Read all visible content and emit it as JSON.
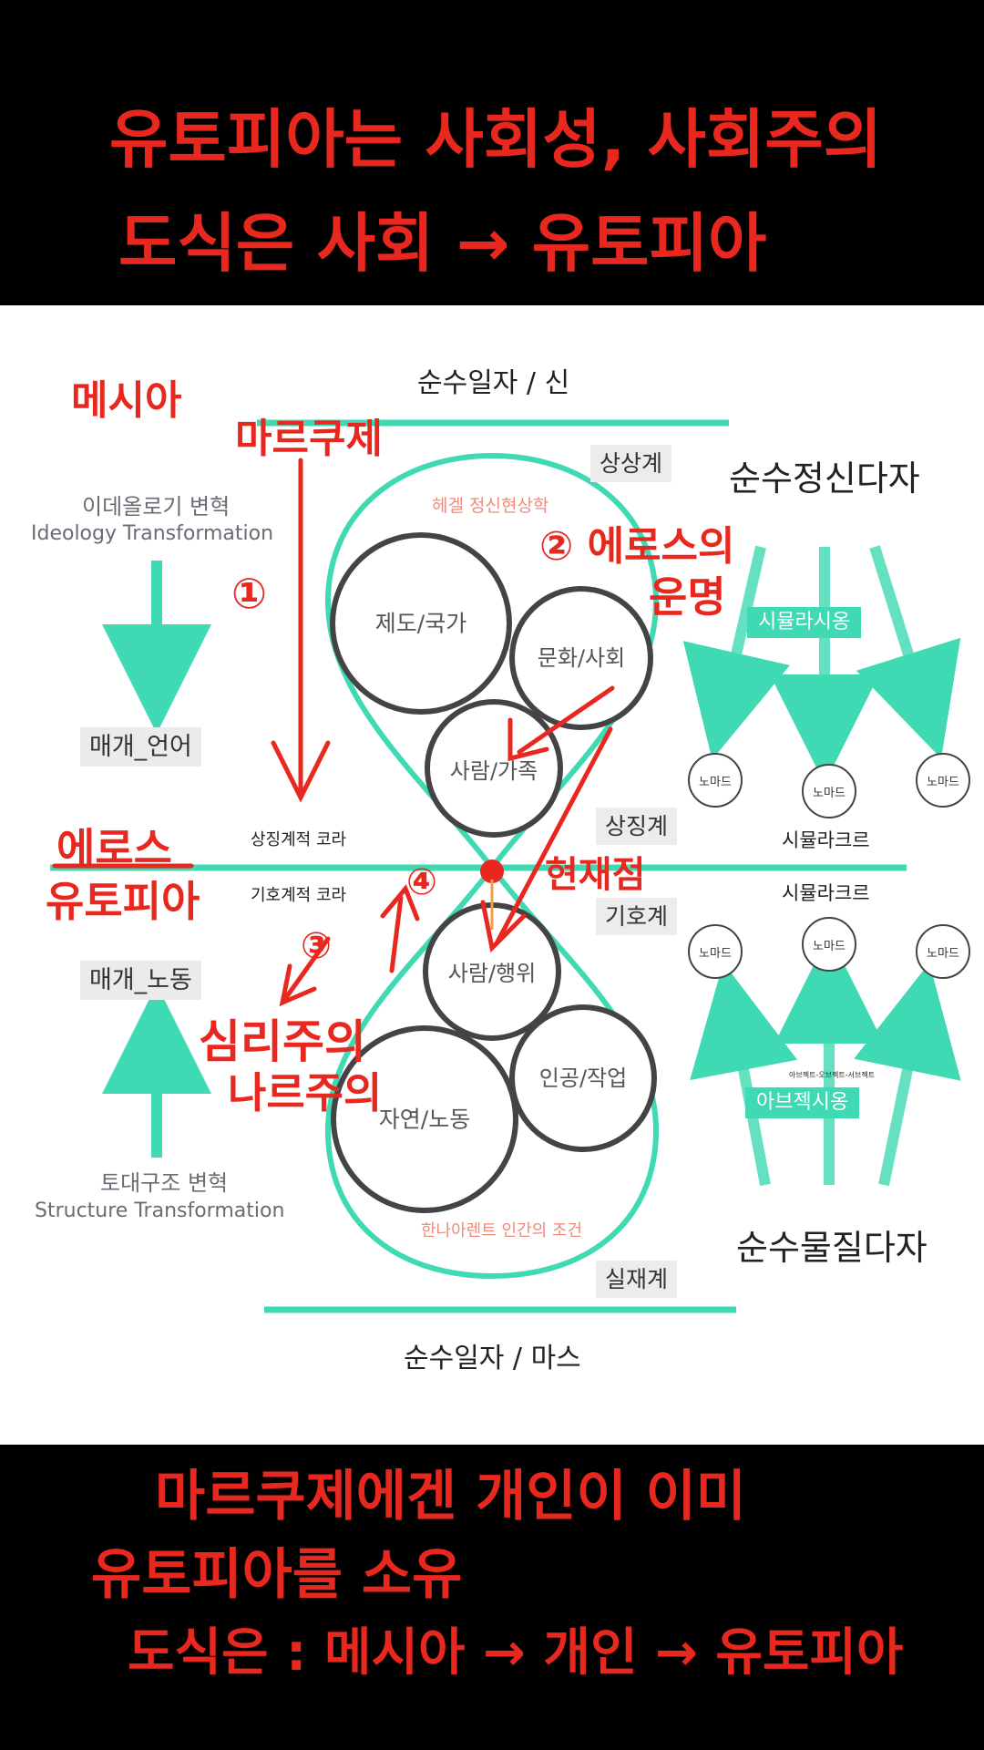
{
  "header_notes": {
    "line1": "유토피아는 사회성, 사회주의",
    "line2": "도식은 사회 → 유토피아"
  },
  "footer_notes": {
    "line1": "마르쿠제에겐 개인이 이미",
    "line2": "유토피아를 소유",
    "line3": "도식은 : 메시아 → 개인 → 유토피아"
  },
  "diagram": {
    "top_title": "순수일자 / 신",
    "bottom_title": "순수일자 / 마스",
    "realm_imaginary": "상상계",
    "realm_symbolic": "상징계",
    "realm_sign": "기호계",
    "realm_real": "실재계",
    "hegel_label": "헤겔 정신현상학",
    "arendt_label": "한나아렌트 인간의 조건",
    "upper_circles": [
      "제도/국가",
      "문화/사회",
      "사람/가족"
    ],
    "lower_circles": [
      "사람/행위",
      "인공/작업",
      "자연/노동"
    ],
    "ideology_ko": "이데올로기 변혁",
    "ideology_en": "Ideology Transformation",
    "medium_language": "매개_언어",
    "medium_labor": "매개_노동",
    "structure_ko": "토대구조 변혁",
    "structure_en": "Structure Transformation",
    "symbolic_kora": "상징계적 코라",
    "sign_kora": "기호계적 코라",
    "pure_spirit": "순수정신다자",
    "pure_matter": "순수물질다자",
    "simulation": "시뮬라시옹",
    "abjection": "아브젝시옹",
    "abjection_small": "아브젝트-오브젝트-서브젝트",
    "simulacre_upper": "시뮬라크르",
    "simulacre_lower": "시뮬라크르",
    "nomad": "노마드"
  },
  "annotations": {
    "messiah": "메시아",
    "marcuse": "마르쿠제",
    "num1": "①",
    "eros_fate": "② 에로스의",
    "fate": "운명",
    "present": "현재점",
    "num3": "③",
    "num4": "④",
    "eros_utopia_1": "에로스",
    "eros_utopia_2": "유토피아",
    "psych_1": "심리주의",
    "psych_2": "나르주의"
  },
  "colors": {
    "teal": "#3fd9b3",
    "annotation_red": "#e8271f",
    "circle_dark": "#444444"
  }
}
